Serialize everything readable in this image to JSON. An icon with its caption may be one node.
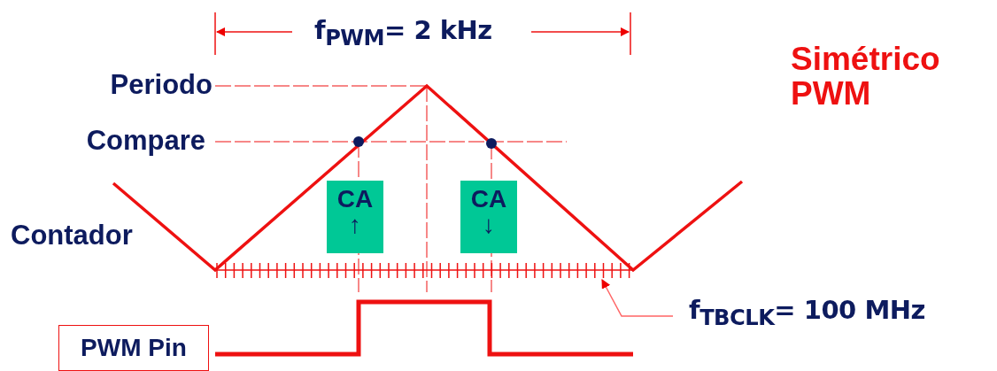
{
  "diagram": {
    "nodes": [
      {
        "text": [
          "PWM Pin"
        ]
      },
      {
        "text": [
          "CA",
          "↑"
        ]
      },
      {
        "text": [
          "CA",
          "↓"
        ]
      },
      {
        "text": [
          "f$_{TBCLK}$= 100 MHz"
        ]
      },
      {
        "text": [],
        "shape": "bar"
      }
    ],
    "edges": [
      {
        "from": 3,
        "to": 4,
        "arrow": "to"
      }
    ],
    "labels": [
      "f$_{PWM}$= 2 kHz",
      "Periodo",
      "Simétrico PWM",
      "Compare",
      "Contador"
    ]
  }
}
